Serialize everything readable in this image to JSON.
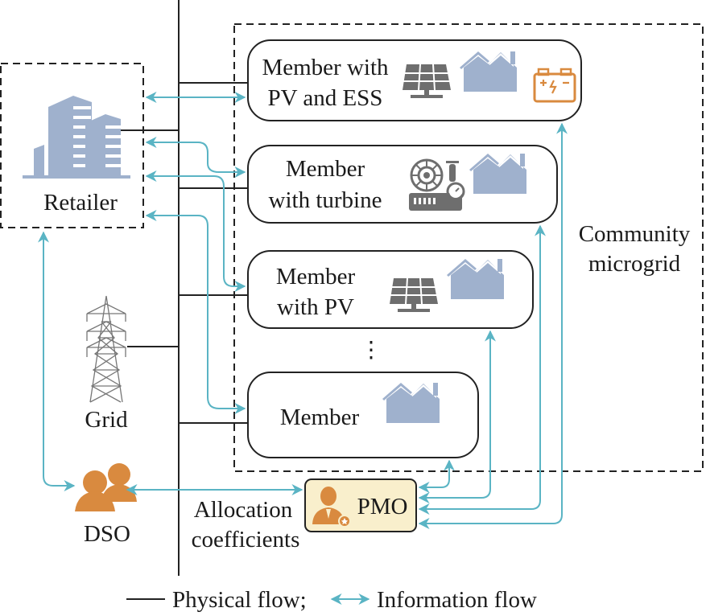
{
  "entities": {
    "retailer": {
      "label": "Retailer",
      "icon": "office-building-icon"
    },
    "grid": {
      "label": "Grid",
      "icon": "transmission-tower-icon"
    },
    "dso": {
      "label": "DSO",
      "icon": "operators-headset-icon"
    },
    "pmo": {
      "label": "PMO",
      "icon": "manager-person-icon"
    }
  },
  "community": {
    "label_line1": "Community",
    "label_line2": "microgrid",
    "ellipsis": "⋮",
    "members": [
      {
        "line1": "Member with",
        "line2": "PV and ESS",
        "icons": [
          "solar-panel-icon",
          "house-icon",
          "battery-icon"
        ]
      },
      {
        "line1": "Member",
        "line2": "with turbine",
        "icons": [
          "turbine-generator-icon",
          "house-icon"
        ]
      },
      {
        "line1": "Member",
        "line2": "with PV",
        "icons": [
          "solar-panel-icon",
          "house-icon"
        ]
      },
      {
        "line1": "Member",
        "line2": "",
        "icons": [
          "house-icon"
        ]
      }
    ]
  },
  "annotation": {
    "line1": "Allocation",
    "line2": "coefficients"
  },
  "legend": {
    "physical": "Physical flow;",
    "information": "Information flow"
  },
  "colors": {
    "information_flow": "#5ab4c4",
    "physical_flow": "#222222",
    "house": "#9fb1cd",
    "accent_orange": "#d98a3f",
    "pmo_fill": "#f9efcc"
  }
}
